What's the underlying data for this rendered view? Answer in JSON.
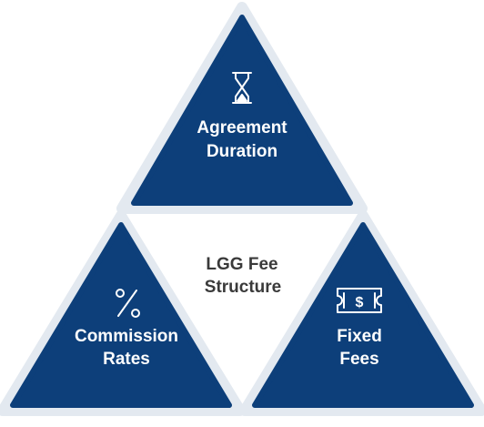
{
  "colors": {
    "triangle_fill": "#0d3f7a",
    "triangle_border": "#e3e9f0",
    "triangle_text": "#ffffff",
    "center_text": "#3a3a3a"
  },
  "center": {
    "line1": "LGG Fee",
    "line2": "Structure"
  },
  "top_triangle": {
    "icon": "hourglass-icon",
    "line1": "Agreement",
    "line2": "Duration"
  },
  "left_triangle": {
    "icon": "percent-icon",
    "line1": "Commission",
    "line2": "Rates"
  },
  "right_triangle": {
    "icon": "ticket-dollar-icon",
    "line1": "Fixed",
    "line2": "Fees"
  }
}
